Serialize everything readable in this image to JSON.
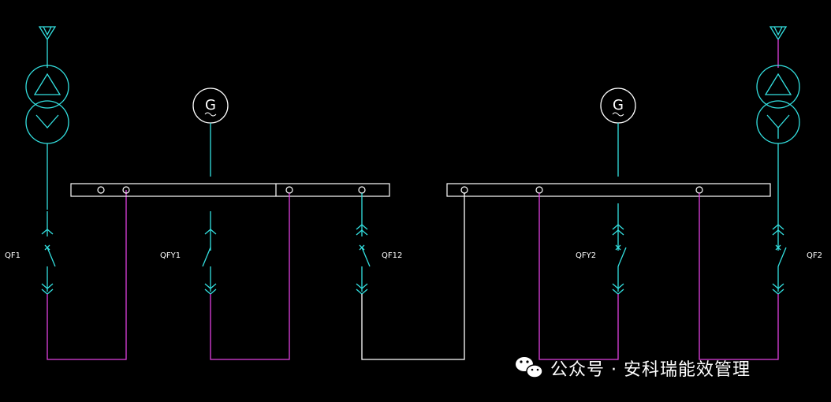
{
  "colors": {
    "background": "#000000",
    "cyan": "#33e0e0",
    "magenta": "#e040e0",
    "white": "#ffffff"
  },
  "labels": {
    "qf1": "QF1",
    "qfy1": "QFY1",
    "qf12": "QF12",
    "qfy2": "QFY2",
    "qf2": "QF2",
    "gen_left": "G",
    "gen_right": "G"
  },
  "watermark": {
    "icon": "wechat-icon",
    "text": "公众号 · 安科瑞能效管理"
  }
}
